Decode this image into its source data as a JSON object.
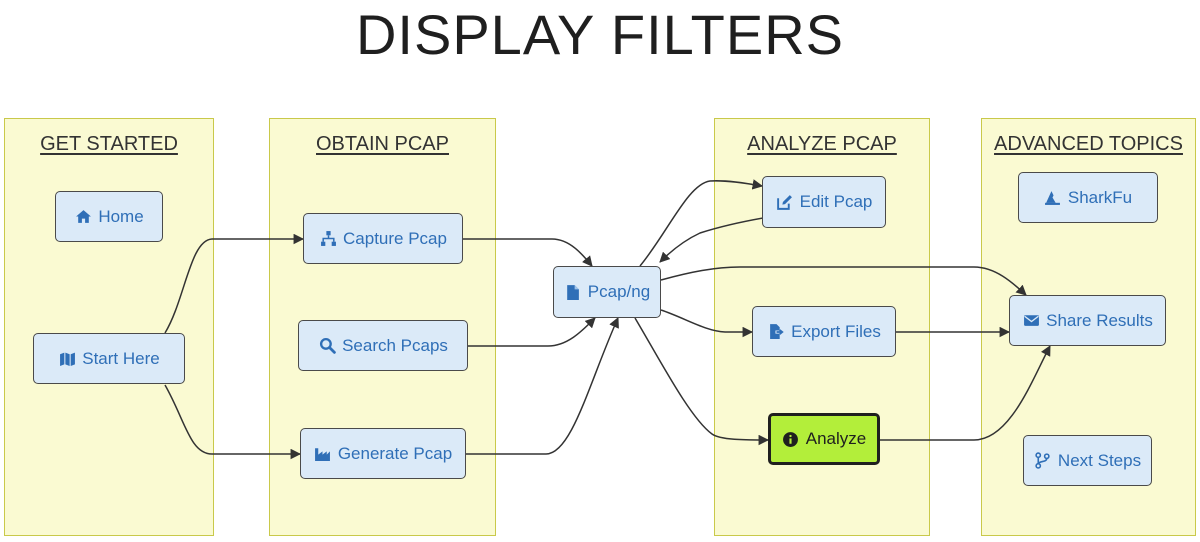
{
  "title": "DISPLAY FILTERS",
  "colors": {
    "lane_fill": "#fafad2",
    "lane_border": "#c9c94a",
    "node_fill": "#dbeaf8",
    "node_text": "#2f6fb7",
    "highlight_fill": "#b3ee3a",
    "edge": "#333333"
  },
  "lanes": [
    {
      "id": "get-started",
      "title": "GET STARTED"
    },
    {
      "id": "obtain-pcap",
      "title": "OBTAIN PCAP"
    },
    {
      "id": "analyze-pcap",
      "title": "ANALYZE PCAP"
    },
    {
      "id": "advanced-topics",
      "title": "ADVANCED TOPICS"
    }
  ],
  "nodes": {
    "home": {
      "label": "Home",
      "icon": "home-icon"
    },
    "start_here": {
      "label": "Start Here",
      "icon": "map-icon"
    },
    "capture_pcap": {
      "label": "Capture Pcap",
      "icon": "sitemap-icon"
    },
    "search_pcaps": {
      "label": "Search Pcaps",
      "icon": "search-icon"
    },
    "generate_pcap": {
      "label": "Generate Pcap",
      "icon": "industry-icon"
    },
    "pcapng": {
      "label": "Pcap/ng",
      "icon": "file-icon"
    },
    "edit_pcap": {
      "label": "Edit Pcap",
      "icon": "edit-icon"
    },
    "export_files": {
      "label": "Export Files",
      "icon": "file-export-icon"
    },
    "analyze": {
      "label": "Analyze",
      "icon": "info-circle-icon",
      "highlighted": true
    },
    "sharkfu": {
      "label": "SharkFu",
      "icon": "wizard-hat-icon"
    },
    "share_results": {
      "label": "Share Results",
      "icon": "envelope-icon"
    },
    "next_steps": {
      "label": "Next Steps",
      "icon": "code-branch-icon"
    }
  },
  "edges": [
    {
      "from": "start_here",
      "to": "capture_pcap"
    },
    {
      "from": "start_here",
      "to": "generate_pcap"
    },
    {
      "from": "capture_pcap",
      "to": "pcapng"
    },
    {
      "from": "search_pcaps",
      "to": "pcapng"
    },
    {
      "from": "generate_pcap",
      "to": "pcapng"
    },
    {
      "from": "pcapng",
      "to": "edit_pcap"
    },
    {
      "from": "edit_pcap",
      "to": "pcapng"
    },
    {
      "from": "pcapng",
      "to": "export_files"
    },
    {
      "from": "pcapng",
      "to": "analyze"
    },
    {
      "from": "pcapng",
      "to": "share_results"
    },
    {
      "from": "export_files",
      "to": "share_results"
    },
    {
      "from": "analyze",
      "to": "share_results"
    }
  ]
}
